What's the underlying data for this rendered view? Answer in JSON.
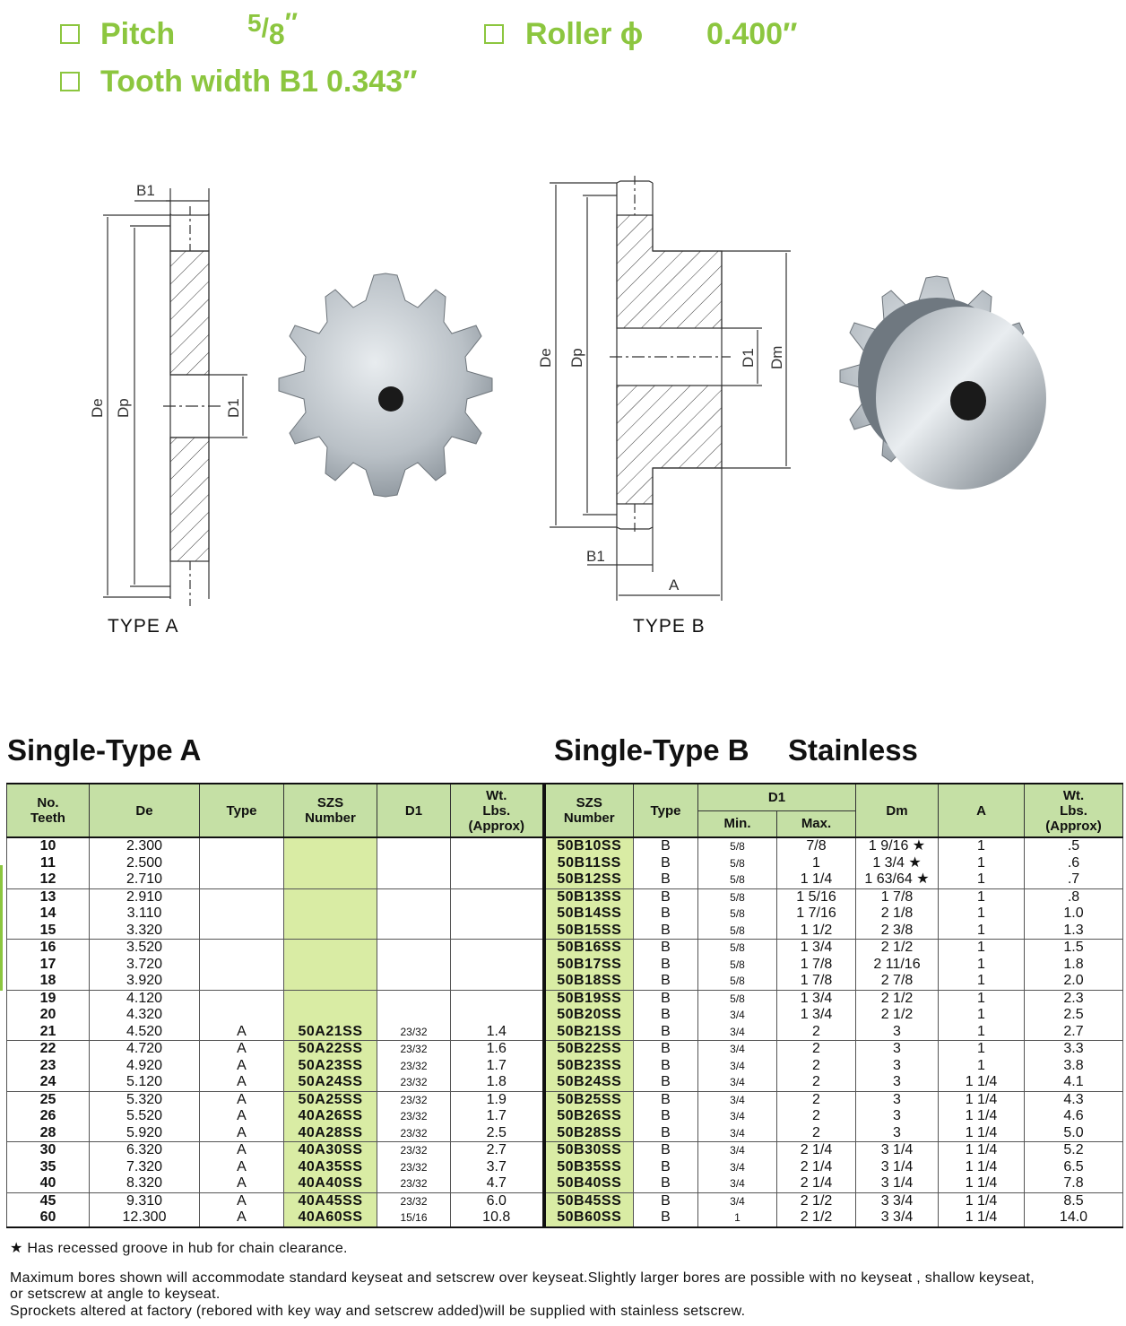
{
  "specs": {
    "pitch_label": "Pitch",
    "pitch_num": "5",
    "pitch_den": "8",
    "pitch_unit": "″",
    "roller_label": "Roller ϕ",
    "roller_value": "0.400″",
    "tooth_label": "Tooth width B1",
    "tooth_value": "0.343″"
  },
  "drawings": {
    "type_a_label": "TYPE A",
    "type_b_label": "TYPE B",
    "dim_b1": "B1",
    "dim_de": "De",
    "dim_dp": "Dp",
    "dim_d1": "D1",
    "dim_dm": "Dm",
    "dim_a": "A"
  },
  "sections": {
    "type_a_title": "Single-Type A",
    "type_b_title": "Single-Type B",
    "stainless_title": "Stainless"
  },
  "table": {
    "headers": {
      "no_teeth_1": "No.",
      "no_teeth_2": "Teeth",
      "de": "De",
      "type": "Type",
      "szs_1": "SZS",
      "szs_2": "Number",
      "d1": "D1",
      "wt_1": "Wt.",
      "wt_2": "Lbs.",
      "wt_3": "(Approx)",
      "b_szs_1": "SZS",
      "b_szs_2": "Number",
      "b_type": "Type",
      "b_d1": "D1",
      "b_min": "Min.",
      "b_max": "Max.",
      "b_dm": "Dm",
      "b_a": "A",
      "b_wt_1": "Wt.",
      "b_wt_2": "Lbs.",
      "b_wt_3": "(Approx)"
    },
    "rows": [
      {
        "teeth": "10",
        "de": "2.300",
        "type": "",
        "szs": "",
        "d1": "",
        "wt": "",
        "b_szs": "50B10SS",
        "b_type": "B",
        "b_min": "5/8",
        "b_max": "7/8",
        "b_dm": "1 9/16 ★",
        "b_a": "1",
        "b_wt": ".5"
      },
      {
        "teeth": "11",
        "de": "2.500",
        "type": "",
        "szs": "",
        "d1": "",
        "wt": "",
        "b_szs": "50B11SS",
        "b_type": "B",
        "b_min": "5/8",
        "b_max": "1",
        "b_dm": "1 3/4 ★",
        "b_a": "1",
        "b_wt": ".6"
      },
      {
        "teeth": "12",
        "de": "2.710",
        "type": "",
        "szs": "",
        "d1": "",
        "wt": "",
        "b_szs": "50B12SS",
        "b_type": "B",
        "b_min": "5/8",
        "b_max": "1 1/4",
        "b_dm": "1 63/64 ★",
        "b_a": "1",
        "b_wt": ".7"
      },
      {
        "teeth": "13",
        "de": "2.910",
        "type": "",
        "szs": "",
        "d1": "",
        "wt": "",
        "b_szs": "50B13SS",
        "b_type": "B",
        "b_min": "5/8",
        "b_max": "1 5/16",
        "b_dm": "1 7/8",
        "b_a": "1",
        "b_wt": ".8"
      },
      {
        "teeth": "14",
        "de": "3.110",
        "type": "",
        "szs": "",
        "d1": "",
        "wt": "",
        "b_szs": "50B14SS",
        "b_type": "B",
        "b_min": "5/8",
        "b_max": "1 7/16",
        "b_dm": "2 1/8",
        "b_a": "1",
        "b_wt": "1.0"
      },
      {
        "teeth": "15",
        "de": "3.320",
        "type": "",
        "szs": "",
        "d1": "",
        "wt": "",
        "b_szs": "50B15SS",
        "b_type": "B",
        "b_min": "5/8",
        "b_max": "1 1/2",
        "b_dm": "2 3/8",
        "b_a": "1",
        "b_wt": "1.3"
      },
      {
        "teeth": "16",
        "de": "3.520",
        "type": "",
        "szs": "",
        "d1": "",
        "wt": "",
        "b_szs": "50B16SS",
        "b_type": "B",
        "b_min": "5/8",
        "b_max": "1 3/4",
        "b_dm": "2 1/2",
        "b_a": "1",
        "b_wt": "1.5"
      },
      {
        "teeth": "17",
        "de": "3.720",
        "type": "",
        "szs": "",
        "d1": "",
        "wt": "",
        "b_szs": "50B17SS",
        "b_type": "B",
        "b_min": "5/8",
        "b_max": "1 7/8",
        "b_dm": "2 11/16",
        "b_a": "1",
        "b_wt": "1.8"
      },
      {
        "teeth": "18",
        "de": "3.920",
        "type": "",
        "szs": "",
        "d1": "",
        "wt": "",
        "b_szs": "50B18SS",
        "b_type": "B",
        "b_min": "5/8",
        "b_max": "1 7/8",
        "b_dm": "2 7/8",
        "b_a": "1",
        "b_wt": "2.0"
      },
      {
        "teeth": "19",
        "de": "4.120",
        "type": "",
        "szs": "",
        "d1": "",
        "wt": "",
        "b_szs": "50B19SS",
        "b_type": "B",
        "b_min": "5/8",
        "b_max": "1 3/4",
        "b_dm": "2 1/2",
        "b_a": "1",
        "b_wt": "2.3"
      },
      {
        "teeth": "20",
        "de": "4.320",
        "type": "",
        "szs": "",
        "d1": "",
        "wt": "",
        "b_szs": "50B20SS",
        "b_type": "B",
        "b_min": "3/4",
        "b_max": "1 3/4",
        "b_dm": "2 1/2",
        "b_a": "1",
        "b_wt": "2.5"
      },
      {
        "teeth": "21",
        "de": "4.520",
        "type": "A",
        "szs": "50A21SS",
        "d1": "23/32",
        "wt": "1.4",
        "b_szs": "50B21SS",
        "b_type": "B",
        "b_min": "3/4",
        "b_max": "2",
        "b_dm": "3",
        "b_a": "1",
        "b_wt": "2.7"
      },
      {
        "teeth": "22",
        "de": "4.720",
        "type": "A",
        "szs": "50A22SS",
        "d1": "23/32",
        "wt": "1.6",
        "b_szs": "50B22SS",
        "b_type": "B",
        "b_min": "3/4",
        "b_max": "2",
        "b_dm": "3",
        "b_a": "1",
        "b_wt": "3.3"
      },
      {
        "teeth": "23",
        "de": "4.920",
        "type": "A",
        "szs": "50A23SS",
        "d1": "23/32",
        "wt": "1.7",
        "b_szs": "50B23SS",
        "b_type": "B",
        "b_min": "3/4",
        "b_max": "2",
        "b_dm": "3",
        "b_a": "1",
        "b_wt": "3.8"
      },
      {
        "teeth": "24",
        "de": "5.120",
        "type": "A",
        "szs": "50A24SS",
        "d1": "23/32",
        "wt": "1.8",
        "b_szs": "50B24SS",
        "b_type": "B",
        "b_min": "3/4",
        "b_max": "2",
        "b_dm": "3",
        "b_a": "1 1/4",
        "b_wt": "4.1"
      },
      {
        "teeth": "25",
        "de": "5.320",
        "type": "A",
        "szs": "50A25SS",
        "d1": "23/32",
        "wt": "1.9",
        "b_szs": "50B25SS",
        "b_type": "B",
        "b_min": "3/4",
        "b_max": "2",
        "b_dm": "3",
        "b_a": "1 1/4",
        "b_wt": "4.3"
      },
      {
        "teeth": "26",
        "de": "5.520",
        "type": "A",
        "szs": "40A26SS",
        "d1": "23/32",
        "wt": "1.7",
        "b_szs": "50B26SS",
        "b_type": "B",
        "b_min": "3/4",
        "b_max": "2",
        "b_dm": "3",
        "b_a": "1 1/4",
        "b_wt": "4.6"
      },
      {
        "teeth": "28",
        "de": "5.920",
        "type": "A",
        "szs": "40A28SS",
        "d1": "23/32",
        "wt": "2.5",
        "b_szs": "50B28SS",
        "b_type": "B",
        "b_min": "3/4",
        "b_max": "2",
        "b_dm": "3",
        "b_a": "1 1/4",
        "b_wt": "5.0"
      },
      {
        "teeth": "30",
        "de": "6.320",
        "type": "A",
        "szs": "40A30SS",
        "d1": "23/32",
        "wt": "2.7",
        "b_szs": "50B30SS",
        "b_type": "B",
        "b_min": "3/4",
        "b_max": "2 1/4",
        "b_dm": "3 1/4",
        "b_a": "1 1/4",
        "b_wt": "5.2"
      },
      {
        "teeth": "35",
        "de": "7.320",
        "type": "A",
        "szs": "40A35SS",
        "d1": "23/32",
        "wt": "3.7",
        "b_szs": "50B35SS",
        "b_type": "B",
        "b_min": "3/4",
        "b_max": "2 1/4",
        "b_dm": "3 1/4",
        "b_a": "1 1/4",
        "b_wt": "6.5"
      },
      {
        "teeth": "40",
        "de": "8.320",
        "type": "A",
        "szs": "40A40SS",
        "d1": "23/32",
        "wt": "4.7",
        "b_szs": "50B40SS",
        "b_type": "B",
        "b_min": "3/4",
        "b_max": "2 1/4",
        "b_dm": "3 1/4",
        "b_a": "1 1/4",
        "b_wt": "7.8"
      },
      {
        "teeth": "45",
        "de": "9.310",
        "type": "A",
        "szs": "40A45SS",
        "d1": "23/32",
        "wt": "6.0",
        "b_szs": "50B45SS",
        "b_type": "B",
        "b_min": "3/4",
        "b_max": "2 1/2",
        "b_dm": "3 3/4",
        "b_a": "1 1/4",
        "b_wt": "8.5"
      },
      {
        "teeth": "60",
        "de": "12.300",
        "type": "A",
        "szs": "40A60SS",
        "d1": "15/16",
        "wt": "10.8",
        "b_szs": "50B60SS",
        "b_type": "B",
        "b_min": "1",
        "b_max": "2 1/2",
        "b_dm": "3 3/4",
        "b_a": "1 1/4",
        "b_wt": "14.0"
      }
    ]
  },
  "footnotes": {
    "star_note": "★ Has recessed groove in hub for chain clearance.",
    "bores_line1": "Maximum bores shown will accommodate standard keyseat and setscrew over keyseat.Slightly larger bores are possible with no keyseat , shallow keyseat,",
    "bores_line2": "or setscrew at angle to keyseat.",
    "altered_line": "Sprockets altered at factory (rebored with key way  and setscrew added)will be supplied with stainless setscrew."
  },
  "colors": {
    "accent_green": "#8cc63f",
    "header_green": "#c5e0a5",
    "cell_green": "#d9eca4"
  }
}
